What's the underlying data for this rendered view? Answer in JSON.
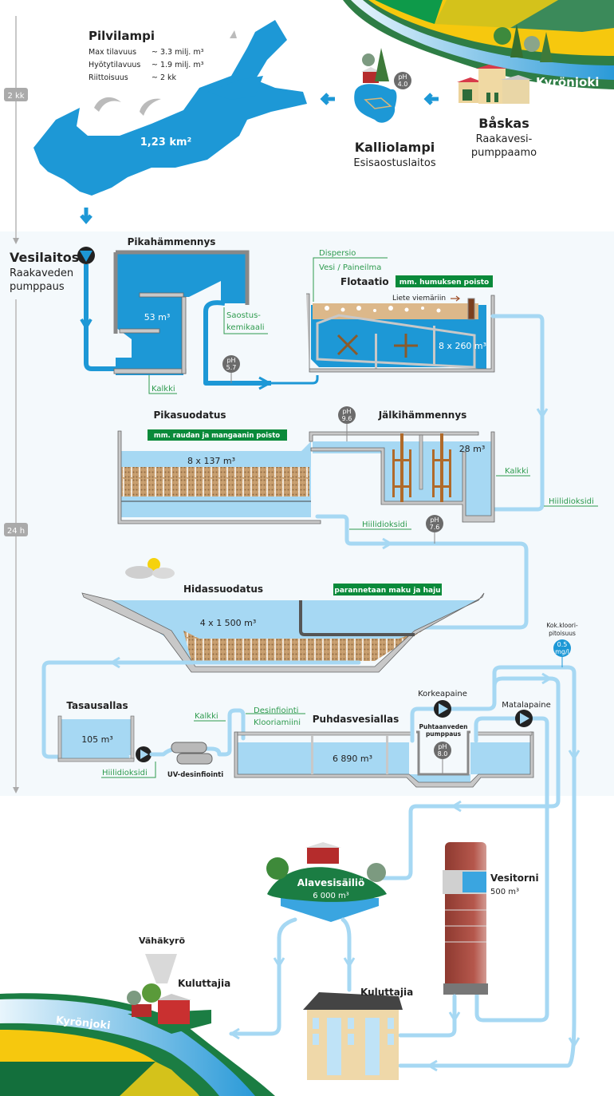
{
  "timeline": {
    "label_top": "2 kk",
    "label_mid": "24 h"
  },
  "pilvilampi": {
    "title": "Pilvilampi",
    "rows": [
      {
        "k": "Max tilavuus",
        "v": "~ 3.3 milj. m³"
      },
      {
        "k": "Hyötytilavuus",
        "v": "~ 1.9 milj. m³"
      },
      {
        "k": "Riittoisuus",
        "v": "~ 2 kk"
      }
    ],
    "area": "1,23 km²"
  },
  "river": {
    "name": "Kyrönjoki"
  },
  "kalliolampi": {
    "title": "Kalliolampi",
    "subtitle": "Esisaostuslaitos",
    "ph": "pH",
    "ph_value": "4.0"
  },
  "baskas": {
    "title": "Båskas",
    "subtitle1": "Raakavesi-",
    "subtitle2": "pumppaamo"
  },
  "vesilaitos": {
    "title": "Vesilaitos",
    "sub1": "Raakaveden",
    "sub2": "pumppaus"
  },
  "pikahammennys": {
    "title": "Pikahämmennys",
    "volume": "53 m³",
    "chem1": "Saostus-",
    "chem2": "kemikaali",
    "kalkki": "Kalkki",
    "ph": "pH",
    "ph_value": "5.7"
  },
  "flotaatio": {
    "title": "Flotaatio",
    "badge": "mm. humuksen poisto",
    "dispersio": "Dispersio",
    "vesi": "Vesi / Paineilma",
    "liete": "Liete viemäriin",
    "volume": "8 x 260 m³"
  },
  "pikasuodatus": {
    "title": "Pikasuodatus",
    "badge": "mm. raudan ja mangaanin poisto",
    "volume": "8 x 137 m³",
    "ph": "pH",
    "ph_value": "9.6"
  },
  "jalkihammennys": {
    "title": "Jälkihämmennys",
    "volume": "28 m³",
    "kalkki": "Kalkki",
    "co2_right": "Hiilidioksidi",
    "co2_bottom": "Hiilidioksidi",
    "ph": "pH",
    "ph_value": "7.6"
  },
  "hidassuodatus": {
    "title": "Hidassuodatus",
    "badge": "parannetaan maku ja haju",
    "volume": "4 x 1 500 m³"
  },
  "tasausallas": {
    "title": "Tasausallas",
    "volume": "105 m³",
    "co2": "Hiilidioksidi",
    "uv": "UV-desinfiointi",
    "kalkki": "Kalkki"
  },
  "puhdasvesiallas": {
    "title": "Puhdasvesiallas",
    "volume": "6 890 m³",
    "desinf1": "Desinfiointi",
    "desinf2": "Klooriamiini",
    "pump_label1": "Puhtaanveden",
    "pump_label2": "pumppaus",
    "ph": "pH",
    "ph_value": "8.0"
  },
  "pumps": {
    "high": "Korkeapaine",
    "low": "Matalapaine"
  },
  "chlorine": {
    "label1": "Kok.kloori-",
    "label2": "pitoisuus",
    "value1": "0.5",
    "value2": "mg/l"
  },
  "alavesisailio": {
    "title": "Alavesisäiliö",
    "volume": "6 000 m³"
  },
  "vesitorni": {
    "title": "Vesitorni",
    "volume": "500 m³"
  },
  "vahakyro": {
    "title": "Vähäkyrö",
    "consumers": "Kuluttajia"
  },
  "consumers_city": {
    "label": "Kuluttajia"
  },
  "colors": {
    "water_dark": "#1d98d6",
    "water_light": "#a6d8f3",
    "green_label": "#2e9b4e",
    "badge_green": "#0a8a3a",
    "ph_grey": "#6b6b6b"
  }
}
